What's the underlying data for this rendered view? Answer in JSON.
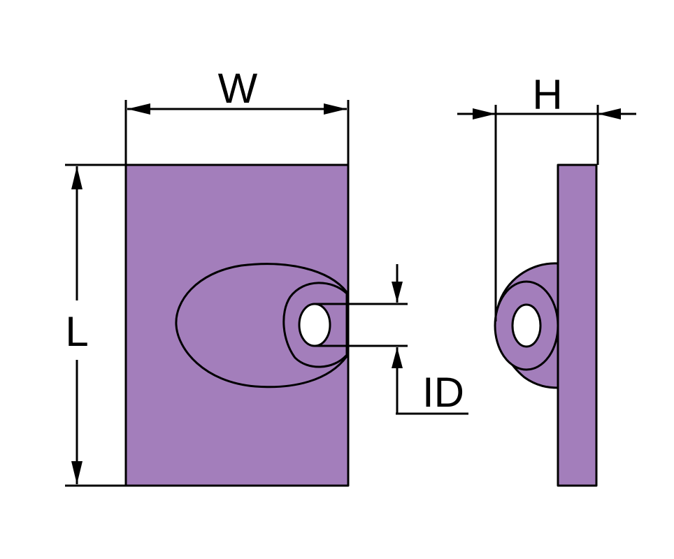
{
  "labels": {
    "width": "W",
    "height": "H",
    "length": "L",
    "inner_diameter": "ID"
  },
  "colors": {
    "part_fill": "#a37ebb",
    "outline": "#000000",
    "background": "#ffffff"
  }
}
